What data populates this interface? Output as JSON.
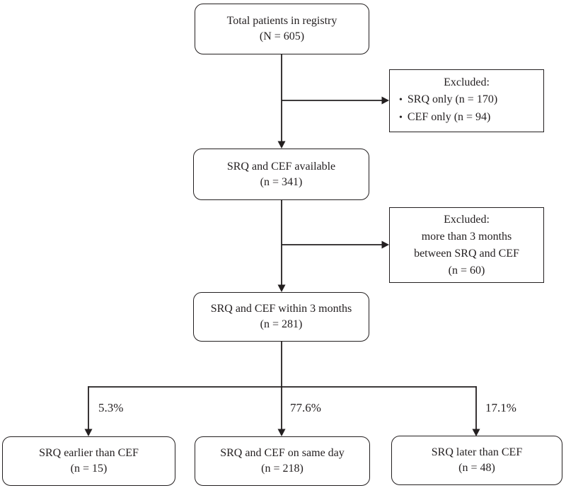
{
  "colors": {
    "line": "#231f20",
    "text": "#231f20",
    "background": "#ffffff"
  },
  "nodes": {
    "total": {
      "line1": "Total patients in registry",
      "line2": "(N = 605)"
    },
    "excluded1": {
      "title": "Excluded:",
      "bullet": "•",
      "items": [
        "SRQ only (n = 170)",
        "CEF only (n = 94)"
      ]
    },
    "available": {
      "line1": "SRQ and CEF available",
      "line2": "(n = 341)"
    },
    "excluded2": {
      "title": "Excluded:",
      "line2": "more than 3 months",
      "line3": "between SRQ and CEF",
      "line4": "(n = 60)"
    },
    "within": {
      "line1": "SRQ and CEF within 3 months",
      "line2": "(n = 281)"
    },
    "earlier": {
      "line1": "SRQ earlier than CEF",
      "line2": "(n = 15)"
    },
    "sameday": {
      "line1": "SRQ and CEF on same day",
      "line2": "(n = 218)"
    },
    "later": {
      "line1": "SRQ later than CEF",
      "line2": "(n = 48)"
    }
  },
  "labels": {
    "earlier_pct": "5.3%",
    "sameday_pct": "77.6%",
    "later_pct": "17.1%"
  }
}
